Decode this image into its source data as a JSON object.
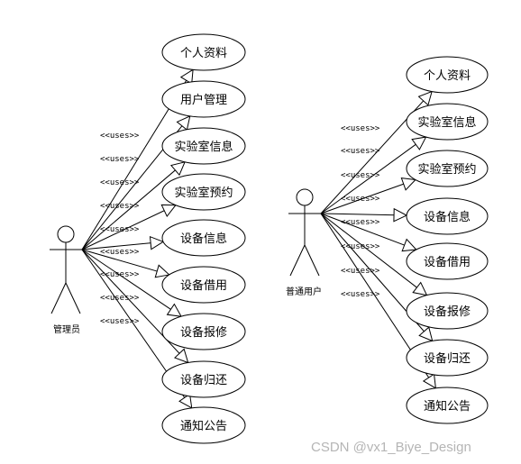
{
  "admin_actor": {
    "label": "管理员",
    "use_cases": [
      "个人资料",
      "用户管理",
      "实验室信息",
      "实验室预约",
      "设备信息",
      "设备借用",
      "设备报修",
      "设备归还",
      "通知公告"
    ],
    "stereotypes": [
      "<<uses>>",
      "<<uses>>",
      "<<uses>>",
      "<<uses>>",
      "<<uses>>",
      "<<uses>>",
      "<<uses>>",
      "<<uses>>",
      "<<uses>>"
    ]
  },
  "user_actor": {
    "label": "普通用户",
    "use_cases": [
      "个人资料",
      "实验室信息",
      "实验室预约",
      "设备信息",
      "设备借用",
      "设备报修",
      "设备归还",
      "通知公告"
    ],
    "stereotypes": [
      "<<uses>>",
      "<<uses>>",
      "<<uses>>",
      "<<uses>>",
      "<<uses>>",
      "<<uses>>",
      "<<uses>>",
      "<<uses>>"
    ]
  },
  "watermark": "CSDN @vx1_Biye_Design"
}
